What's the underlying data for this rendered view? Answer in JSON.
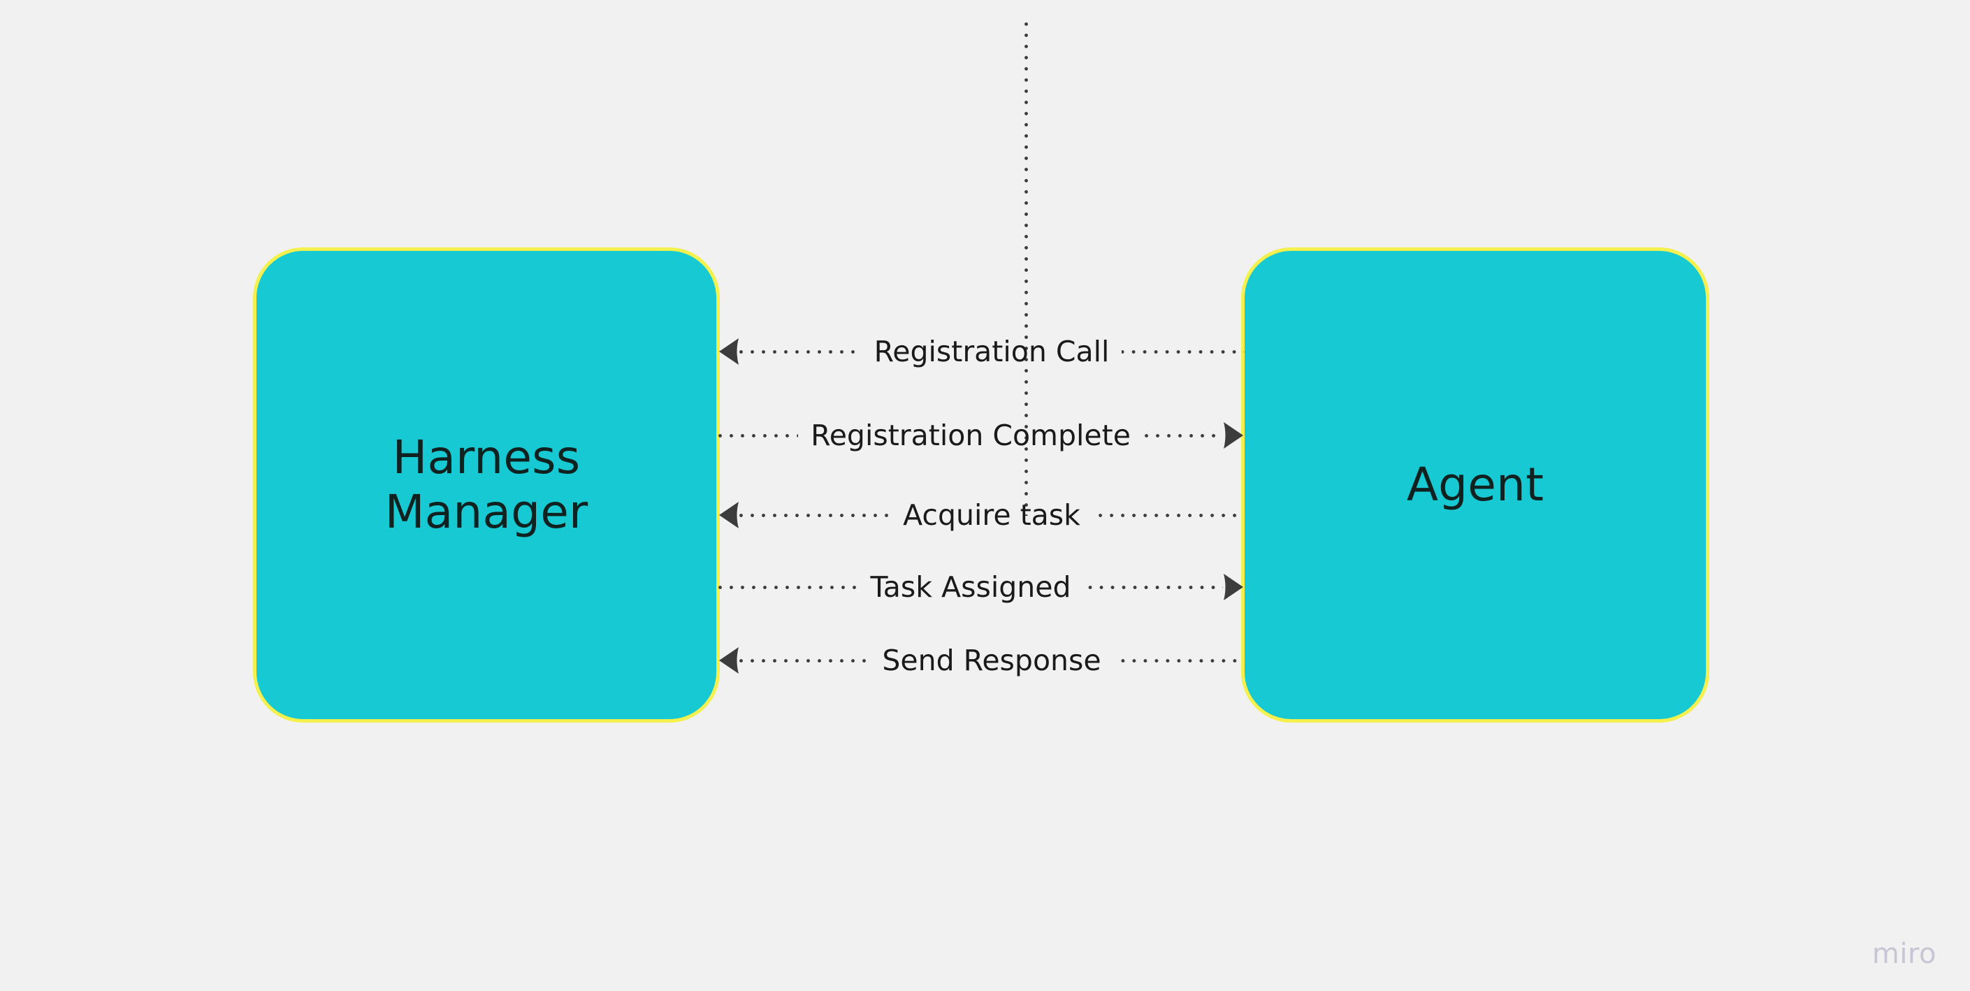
{
  "board": {
    "background_color": "#F1F1F1",
    "watermark": "miro"
  },
  "diagram": {
    "type": "sequence-diagram",
    "node_fill_color": "#17C9D3",
    "node_border_color": "#F4F14E",
    "connector_color": "#3C3C3C",
    "nodes": [
      {
        "id": "harness-manager",
        "label": "Harness\nManager"
      },
      {
        "id": "agent",
        "label": "Agent"
      }
    ],
    "messages": [
      {
        "order": 1,
        "label": "Registration Call",
        "from": "agent",
        "to": "harness-manager",
        "direction": "left"
      },
      {
        "order": 2,
        "label": "Registration Complete",
        "from": "harness-manager",
        "to": "agent",
        "direction": "right"
      },
      {
        "order": 3,
        "label": "Acquire task",
        "from": "agent",
        "to": "harness-manager",
        "direction": "left"
      },
      {
        "order": 4,
        "label": "Task Assigned",
        "from": "harness-manager",
        "to": "agent",
        "direction": "right"
      },
      {
        "order": 5,
        "label": "Send Response",
        "from": "agent",
        "to": "harness-manager",
        "direction": "left"
      }
    ]
  }
}
